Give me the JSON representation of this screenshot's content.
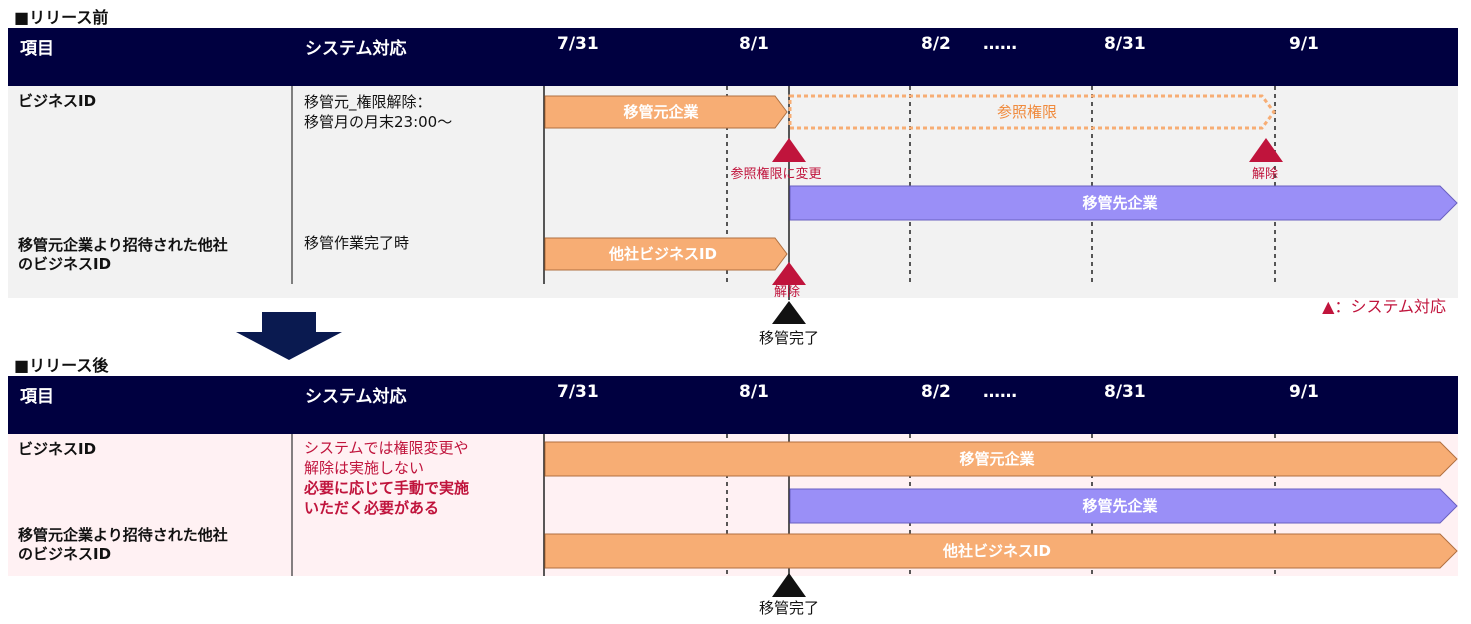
{
  "before": {
    "title": "■リリース前",
    "header": {
      "item": "項目",
      "system": "システム対応",
      "dates": [
        "7/31",
        "8/1",
        "8/2",
        "……",
        "8/31",
        "9/1"
      ]
    },
    "rows": [
      {
        "label": "ビジネスID",
        "note_lines": [
          "移管元_権限解除：",
          "移管月の月末23:00～"
        ]
      },
      {
        "label_lines": [
          "移管元企業より招待された他社",
          "のビジネスID"
        ],
        "note": "移管作業完了時"
      }
    ],
    "bars": {
      "source": "移管元企業",
      "reference": "参照権限",
      "destination": "移管先企業",
      "other": "他社ビジネスID"
    },
    "markers": {
      "change_reference": "参照権限に変更",
      "release_1": "解除",
      "release_2": "解除"
    },
    "legend": "▲：システム対応",
    "complete": "移管完了"
  },
  "after": {
    "title": "■リリース後",
    "header": {
      "item": "項目",
      "system": "システム対応",
      "dates": [
        "7/31",
        "8/1",
        "8/2",
        "……",
        "8/31",
        "9/1"
      ]
    },
    "rows": [
      {
        "label": "ビジネスID"
      },
      {
        "label_lines": [
          "移管元企業より招待された他社",
          "のビジネスID"
        ]
      }
    ],
    "note_lines": [
      "システムでは権限変更や",
      "解除は実施しない"
    ],
    "note_bold_lines": [
      "必要に応じて手動で実施",
      "いただく必要がある"
    ],
    "bars": {
      "source": "移管元企業",
      "destination": "移管先企業",
      "other": "他社ビジネスID"
    },
    "complete": "移管完了"
  },
  "colors": {
    "header_bg": "#000040",
    "orange": "#f7ad74",
    "orange_text": "#f08a3c",
    "purple": "#9a8ff7",
    "red": "#c0143c",
    "before_bg": "#f2f2f2",
    "after_bg": "#fff1f3"
  }
}
